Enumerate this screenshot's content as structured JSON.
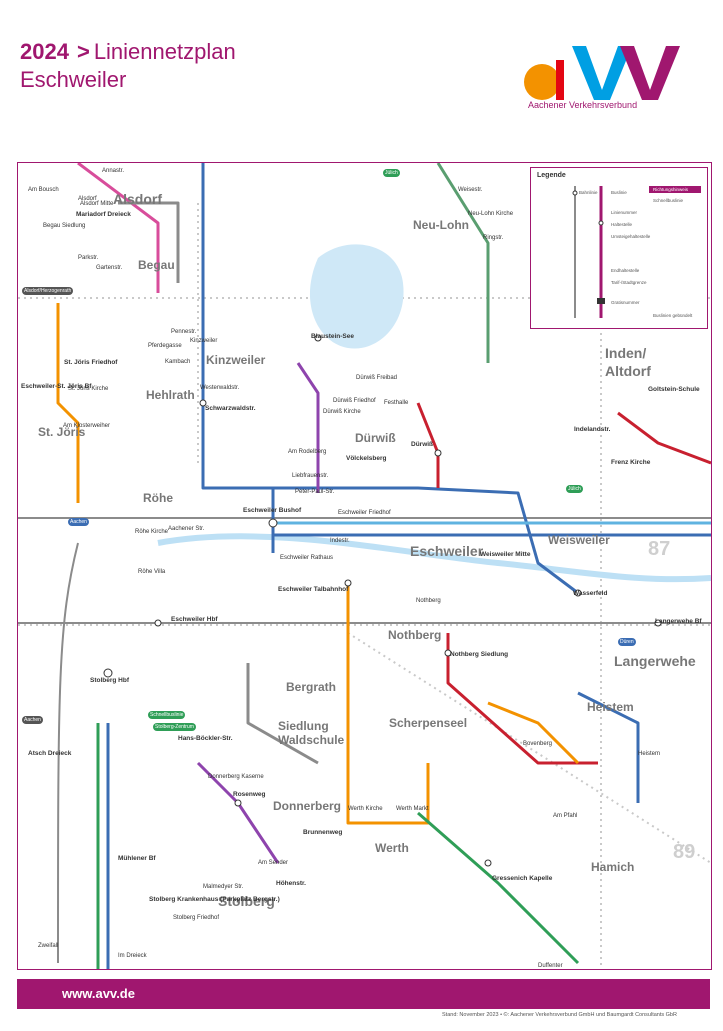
{
  "header": {
    "year": "2024",
    "arrow": ">",
    "title": "Liniennetzplan",
    "city": "Eschweiler"
  },
  "logo": {
    "subtitle": "Aachener Verkehrsverbund",
    "colors": [
      "#a0176f",
      "#f39200",
      "#e30613",
      "#009fe3"
    ]
  },
  "colors": {
    "brand": "#a0176f",
    "line_blue": "#3b6db3",
    "line_orange": "#f39200",
    "line_green": "#2f9e57",
    "line_red": "#c8202f",
    "line_lightblue": "#5fb3e0",
    "line_grey": "#8b8b8b",
    "line_purple": "#8e44ad",
    "line_pink": "#d84d9b"
  },
  "legend": {
    "title": "Legende",
    "items": [
      "Bahnlinie",
      "Buslinie",
      "Richtungshinweis",
      "Schnellbuslinie",
      "Linienummer",
      "Haltestelle",
      "Umsteigehaltestelle",
      "Endhaltestelle",
      "Tarif-/Stadtgrenze",
      "Gratisnummer",
      "Buslinien gebündelt"
    ]
  },
  "towns": [
    "Alsdorf",
    "Begau",
    "Neu-Lohn",
    "Kinzweiler",
    "Hehlrath",
    "St. Jöris",
    "Röhe",
    "Dürwiß",
    "Inden/",
    "Altdorf",
    "Weisweiler",
    "Eschweiler",
    "Nothberg",
    "Langerwehe",
    "Bergrath",
    "Siedlung",
    "Waldschule",
    "Scherpenseel",
    "Heistem",
    "Donnerberg",
    "Werth",
    "Hamich",
    "Stolberg"
  ],
  "grid_numbers": [
    "87",
    "89"
  ],
  "tags": [
    "Jülich",
    "Aachen",
    "Alsdorf/Herzogenrath",
    "Düren",
    "Schnellbuslinie",
    "Stolberg-Zentrum",
    "Jülich",
    "Aachen"
  ],
  "stops": [
    "Mariadorf Dreieck",
    "Alsdorf",
    "Am Bousch",
    "Alsdorf Mitte",
    "Annastr.",
    "Begau Siedlung",
    "Parkstr.",
    "Gartenstr.",
    "Weisestr.",
    "Neu-Lohn Kirche",
    "Ringstr.",
    "Blaustein-See",
    "Kinzweiler",
    "Pennestr.",
    "Pferdegasse",
    "Kambach",
    "Westerwaldstr.",
    "Schwarzwaldstr.",
    "St. Jöris Friedhof",
    "St. Jöris Kirche",
    "Eschweiler-St. Jöris Bf",
    "Am Klosterweiher",
    "Dürwiß Freibad",
    "Festhalle",
    "Dürwiß Friedhof",
    "Dürwiß Kirche",
    "Dürwiß",
    "Völckelsberg",
    "Am Rodelberg",
    "Liebfrauenstr.",
    "Peter-Paul-Str.",
    "Eschweiler Bushof",
    "Eschweiler Friedhof",
    "Indestr.",
    "Eschweiler Rathaus",
    "Eschweiler Talbahnhof",
    "Eschweiler Hbf",
    "Aachener Str.",
    "Röhe Kirche",
    "Röhe Villa",
    "Stolberg Hbf",
    "Atsch Dreieck",
    "Hans-Böckler-Str.",
    "Rosenweg",
    "Donnerberg Kaserne",
    "Brunnenweg",
    "Werth Kirche",
    "Werth Markt",
    "Nothberg Siedlung",
    "Nothberg",
    "Weisweiler Mitte",
    "Indelandstr.",
    "Goltstein-Schule",
    "Frenz Kirche",
    "Langerwehe Bf",
    "Wasserfeld",
    "Heistem",
    "Am Pfahl",
    "Gressenich Kapelle",
    "Mühlener Bf",
    "Stolberg Krankenhaus (Parkplatz Bergstr.)",
    "Höhenstr.",
    "Stolberg Friedhof",
    "Malmedyer Str.",
    "Am Sender",
    "Duffenter",
    "Bovenberg",
    "Im Dreieck",
    "Zweifall"
  ],
  "footer": {
    "url": "www.avv.de",
    "credit": "Stand: November 2023 • ©: Aachener Verkehrsverbund GmbH und Baumgardt Consultants GbR"
  }
}
